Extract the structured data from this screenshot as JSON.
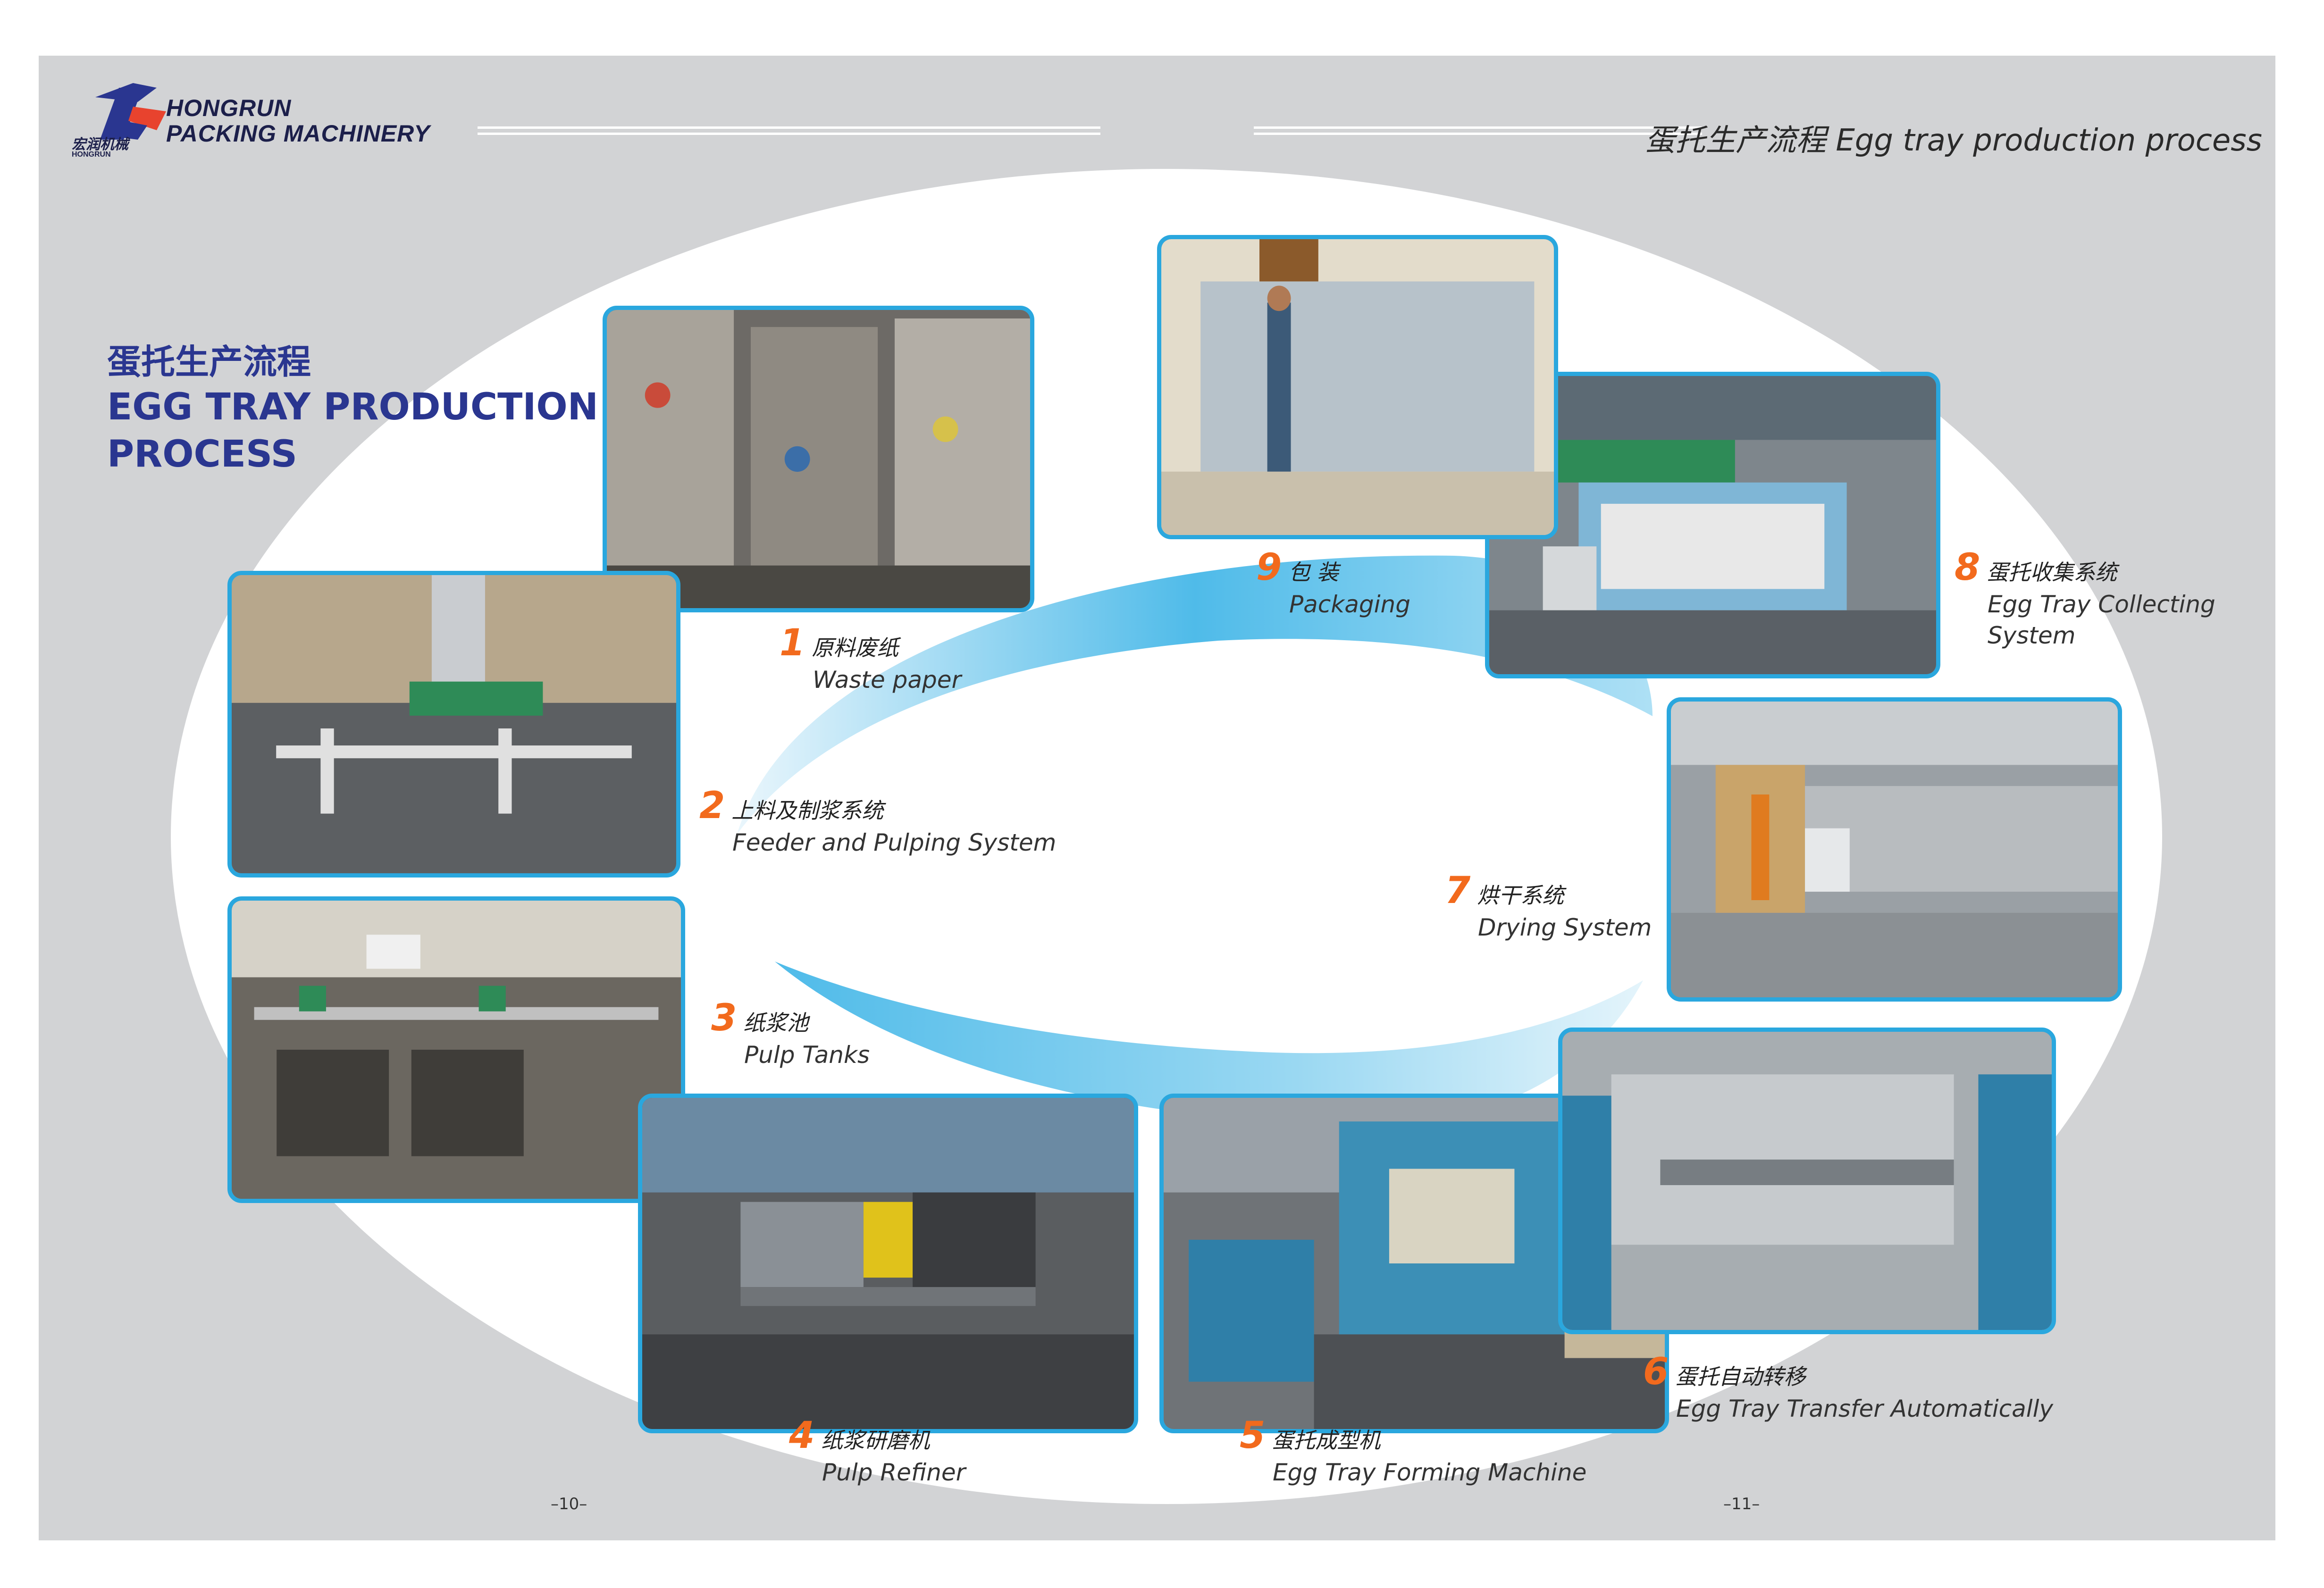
{
  "brand": {
    "logo_text_cn": "宏润机械",
    "logo_text_en": "HONGRUN",
    "line1": "HONGRUN",
    "line2": "PACKING MACHINERY"
  },
  "header_right": "蛋托生产流程 Egg tray production process",
  "title": {
    "cn": "蛋托生产流程",
    "en_line1": "EGG TRAY PRODUCTION",
    "en_line2": "PROCESS"
  },
  "steps": [
    {
      "num": "1",
      "cn": "原料废纸",
      "en": "Waste paper"
    },
    {
      "num": "2",
      "cn": "上料及制浆系统",
      "en": "Feeder and Pulping System"
    },
    {
      "num": "3",
      "cn": "纸浆池",
      "en": "Pulp Tanks"
    },
    {
      "num": "4",
      "cn": "纸浆研磨机",
      "en": "Pulp Refiner"
    },
    {
      "num": "5",
      "cn": "蛋托成型机",
      "en": "Egg Tray Forming Machine"
    },
    {
      "num": "6",
      "cn": "蛋托自动转移",
      "en": "Egg Tray Transfer Automatically"
    },
    {
      "num": "7",
      "cn": "烘干系统",
      "en": "Drying System"
    },
    {
      "num": "8",
      "cn": "蛋托收集系统",
      "en": "Egg Tray Collecting\nSystem"
    },
    {
      "num": "9",
      "cn": "包 装",
      "en": "Packaging"
    }
  ],
  "page_numbers": {
    "left": "–10–",
    "right": "–11–"
  },
  "colors": {
    "sheet": "#d2d3d5",
    "frame": "#2aa7de",
    "number": "#f26a1d",
    "title": "#2a3690",
    "arc": "#5ac1ec"
  }
}
